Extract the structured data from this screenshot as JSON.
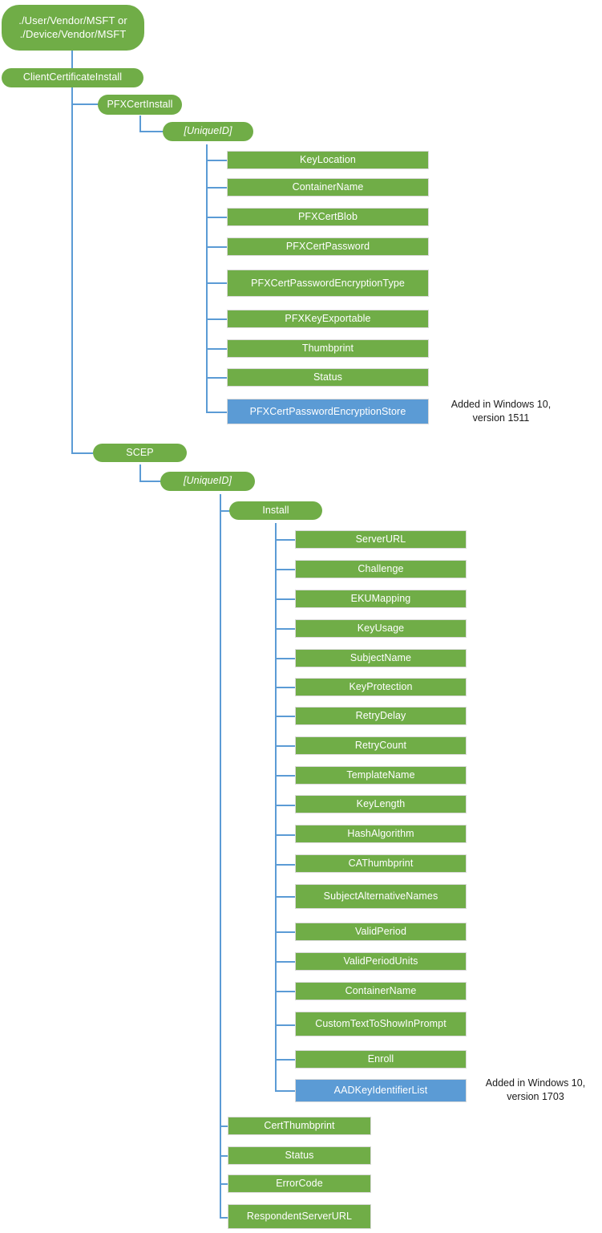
{
  "diagram": {
    "title": "ClientCertificateInstall CSP tree",
    "colors": {
      "node_green": "#70AD47",
      "node_blue": "#5B9BD5",
      "connector_blue": "#5B9BD5",
      "node_border": "#D9D9D9",
      "node_text": "#FFFFFF",
      "annotation_text": "#1A1A1A",
      "background": "#FFFFFF"
    },
    "root": {
      "label": "./User/Vendor/MSFT or\n./Device/Vendor/MSFT"
    },
    "level1": {
      "label": "ClientCertificateInstall"
    },
    "branches": {
      "pfx": {
        "label": "PFXCertInstall",
        "unique_id": "[UniqueID]",
        "children": [
          {
            "label": "KeyLocation",
            "color": "green"
          },
          {
            "label": "ContainerName",
            "color": "green"
          },
          {
            "label": "PFXCertBlob",
            "color": "green"
          },
          {
            "label": "PFXCertPassword",
            "color": "green"
          },
          {
            "label": "PFXCertPasswordEncryptionType",
            "color": "green"
          },
          {
            "label": "PFXKeyExportable",
            "color": "green"
          },
          {
            "label": "Thumbprint",
            "color": "green"
          },
          {
            "label": "Status",
            "color": "green"
          },
          {
            "label": "PFXCertPasswordEncryptionStore",
            "color": "blue"
          }
        ],
        "annotation": "Added in Windows 10,\nversion 1511"
      },
      "scep": {
        "label": "SCEP",
        "unique_id": "[UniqueID]",
        "install": {
          "label": "Install",
          "children": [
            {
              "label": "ServerURL",
              "color": "green"
            },
            {
              "label": "Challenge",
              "color": "green"
            },
            {
              "label": "EKUMapping",
              "color": "green"
            },
            {
              "label": "KeyUsage",
              "color": "green"
            },
            {
              "label": "SubjectName",
              "color": "green"
            },
            {
              "label": "KeyProtection",
              "color": "green"
            },
            {
              "label": "RetryDelay",
              "color": "green"
            },
            {
              "label": "RetryCount",
              "color": "green"
            },
            {
              "label": "TemplateName",
              "color": "green"
            },
            {
              "label": "KeyLength",
              "color": "green"
            },
            {
              "label": "HashAlgorithm",
              "color": "green"
            },
            {
              "label": "CAThumbprint",
              "color": "green"
            },
            {
              "label": "SubjectAlternativeNames",
              "color": "green"
            },
            {
              "label": "ValidPeriod",
              "color": "green"
            },
            {
              "label": "ValidPeriodUnits",
              "color": "green"
            },
            {
              "label": "ContainerName",
              "color": "green"
            },
            {
              "label": "CustomTextToShowInPrompt",
              "color": "green"
            },
            {
              "label": "Enroll",
              "color": "green"
            },
            {
              "label": "AADKeyIdentifierList",
              "color": "blue"
            }
          ],
          "annotation": "Added in Windows 10,\nversion 1703"
        },
        "siblings": [
          {
            "label": "CertThumbprint",
            "color": "green"
          },
          {
            "label": "Status",
            "color": "green"
          },
          {
            "label": "ErrorCode",
            "color": "green"
          },
          {
            "label": "RespondentServerURL",
            "color": "green"
          }
        ]
      }
    }
  }
}
